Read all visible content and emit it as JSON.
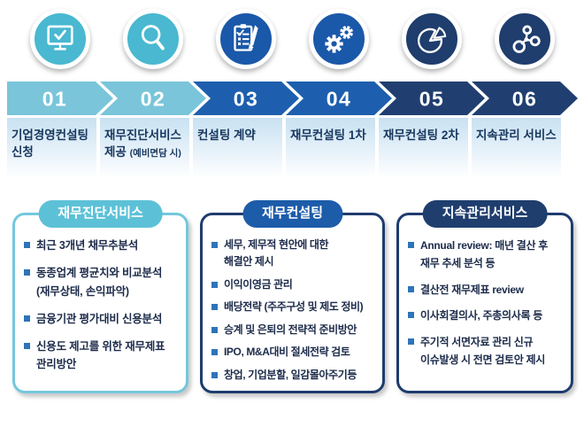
{
  "colors": {
    "light_blue_circle": "#49B8D0",
    "light_blue_arrow": "#7AC5DA",
    "medium_blue": "#1D5CA9",
    "navy": "#1F3E6E",
    "step_label_text": "#17365D",
    "bullet_marker": "#2E74B8",
    "bullet_text": "#1C2B4A",
    "gradient_band": "#C8E1F2"
  },
  "steps": [
    {
      "number": "01",
      "line1": "기업경영컨설팅",
      "line2": "신청",
      "note": "",
      "icon": "monitor-check-icon"
    },
    {
      "number": "02",
      "line1": "재무진단서비스",
      "line2": "제공",
      "note": "(예비면담 시)",
      "icon": "magnifier-icon"
    },
    {
      "number": "03",
      "line1": "컨설팅 계약",
      "line2": "",
      "note": "",
      "icon": "checklist-pen-icon"
    },
    {
      "number": "04",
      "line1": "재무컨설팅 1차",
      "line2": "",
      "note": "",
      "icon": "gears-icon"
    },
    {
      "number": "05",
      "line1": "재무컨설팅 2차",
      "line2": "",
      "note": "",
      "icon": "pie-chart-icon"
    },
    {
      "number": "06",
      "line1": "지속관리 서비스",
      "line2": "",
      "note": "",
      "icon": "network-icon"
    }
  ],
  "boxes": [
    {
      "title": "재무진단서비스",
      "items": [
        "최근 3개년 채무추분석",
        "동종업계 평균치와 비교분석\n(재무상태, 손익파악)",
        "금융기관 평가대비 신용분석",
        "신용도 제고를 위한 재무제표\n관리방안"
      ]
    },
    {
      "title": "재무컨설팅",
      "items": [
        "세무, 제무적 현안에 대한\n해결안 제시",
        "이익이영금 관리",
        "배당전략 (주주구성 및 제도 정비)",
        "승계 및 은퇴의 전략적 준비방안",
        "IPO, M&A대비 절세전략 검토",
        "창업, 기업분할, 일감몰아주기등"
      ]
    },
    {
      "title": "지속관리서비스",
      "items": [
        "Annual review: 매년 결산 후\n재무 추세 분석 등",
        "결산전 재무제표 review",
        "이사회결의사, 주총의사록 등",
        "주기적 서면자료 관리 신규\n이슈발생 시 전면 검토안 제시"
      ]
    }
  ]
}
